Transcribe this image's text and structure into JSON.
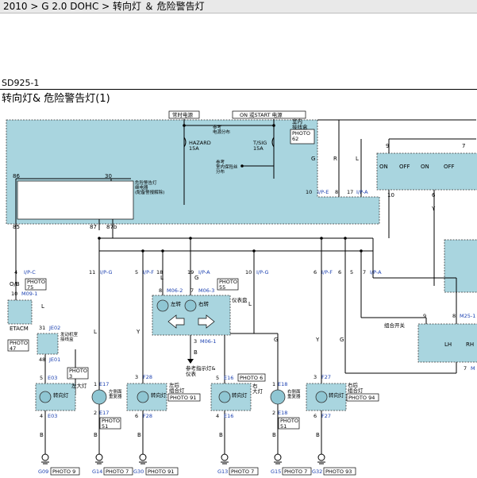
{
  "breadcrumb": "2010 > G 2.0 DOHC > 转向灯 ＆ 危险警告灯",
  "doc_code": "SD925-1",
  "doc_title": "转向灯& 危险警告灯(1)",
  "colors": {
    "module_fill": "#a9d5df",
    "pin_label": "#1a3fb0",
    "wire": "#000000"
  },
  "top": {
    "always_power": "常时电源",
    "on_start_power": "ON 或START 电源",
    "ref_power_dist_1": "参考\n电源分布",
    "ref_fuse_dist": "参考\n室内保险丝\n分布",
    "hazard_fuse": "HAZARD\n15A",
    "tsig_fuse": "T/SIG\n15A",
    "junction_box": "室内\n接线盒",
    "junction_photo": "PHOTO\n62",
    "flasher_relay": "危险警告灯\n继电器\n(配备警报解除)",
    "pin_86": "86",
    "pin_30": "30",
    "pin_85": "85",
    "pin_87": "87",
    "pin_87b": "87b"
  },
  "connectors": {
    "ipe": "I/P-E",
    "ipa": "I/P-A",
    "ipc": "I/P-C",
    "ipg": "I/P-G",
    "ipf": "I/P-F",
    "m09_1": "M09-1",
    "je02": "JE02",
    "je01": "JE01",
    "e03": "E03",
    "e17": "E17",
    "f28": "F28",
    "e16": "E16",
    "e18": "E18",
    "f27": "F27",
    "m06_2": "M06-2",
    "m06_3": "M06-3",
    "m06_1": "M06-1",
    "m25_1": "M25-1",
    "m": "M"
  },
  "pins": {
    "p10": "10",
    "p8": "8",
    "p17": "17",
    "p4": "4",
    "p11": "11",
    "p5": "5",
    "p18": "18",
    "p19": "19",
    "p6": "6",
    "p7": "7",
    "p9": "9",
    "p3": "3",
    "p31": "31",
    "p48": "48",
    "p1": "1",
    "p2": "2"
  },
  "wires": {
    "g": "G",
    "r": "R",
    "l": "L",
    "y": "Y",
    "ob": "O/B",
    "b": "B"
  },
  "labels": {
    "etacm": "ETACM",
    "engine_harness": "发动机室\n接线盒",
    "cluster": "仪表盘",
    "left_turn": "左转",
    "right_turn": "右转",
    "ref_indicator": "参考指示灯&\n仪表",
    "turn_lamp": "转向灯",
    "left_lamp": "左大灯",
    "right_lamp": "右\n大灯",
    "left_side_repeater": "左侧面\n重复器",
    "right_side_repeater": "右侧面\n重复器",
    "rear_left": "左后\n组合灯",
    "rear_right": "右后\n组合灯",
    "combo_switch": "组合开关",
    "on": "ON",
    "off": "OFF",
    "lh": "LH",
    "rh": "RH"
  },
  "photos": {
    "p75": "PHOTO\n75",
    "p47": "PHOTO\n47",
    "p55": "PHOTO\n55",
    "p3": "PHOTO\n3",
    "p51a": "PHOTO\n51",
    "p91": "PHOTO 91",
    "p6": "PHOTO 6",
    "p51b": "PHOTO\n51",
    "p94": "PHOTO 94",
    "p9": "PHOTO 9",
    "p7a": "PHOTO 7",
    "p91b": "PHOTO 91",
    "p7b": "PHOTO 7",
    "p7c": "PHOTO 7",
    "p93": "PHOTO 93"
  },
  "grounds": {
    "g09": "G09",
    "g14": "G14",
    "g30": "G30",
    "g13": "G13",
    "g15": "G15",
    "g32": "G32"
  }
}
